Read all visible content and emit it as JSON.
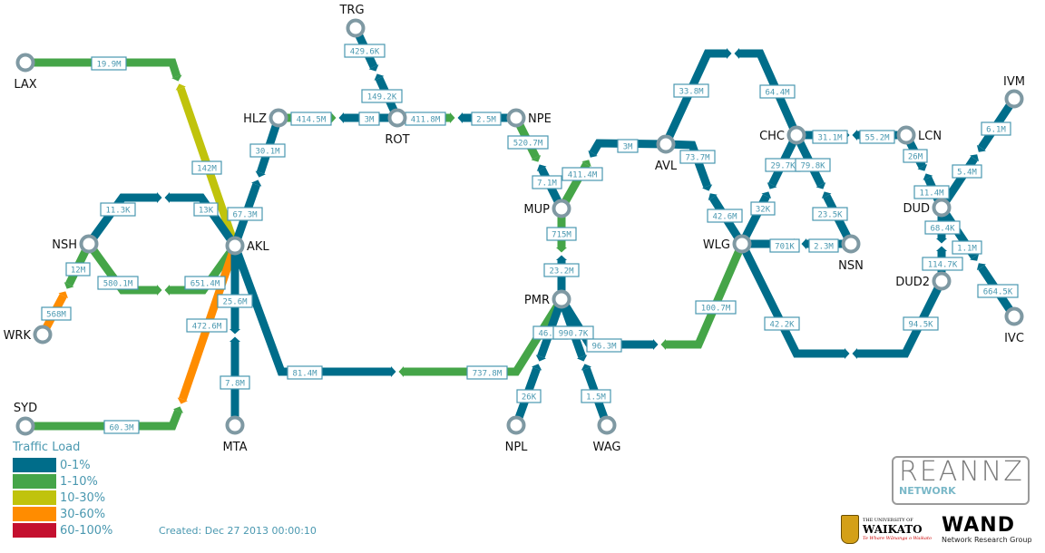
{
  "legend": {
    "title": "Traffic Load",
    "levels": [
      {
        "label": "0-1%",
        "color": "#006d8a"
      },
      {
        "label": "1-10%",
        "color": "#45a548"
      },
      {
        "label": "10-30%",
        "color": "#c0c30c"
      },
      {
        "label": "30-60%",
        "color": "#ff8c00"
      },
      {
        "label": "60-100%",
        "color": "#c4102f"
      }
    ]
  },
  "created": "Created: Dec 27 2013 00:00:10",
  "logos": {
    "reannz": "REANNZ",
    "reannz_sub": "NETWORK",
    "waikato_small": "THE UNIVERSITY OF",
    "waikato": "WAIKATO",
    "waikato_motto": "Te Whare Wānanga o Waikato",
    "wand": "WAND",
    "wand_sub": "Network Research Group"
  },
  "nodes": [
    "LAX",
    "TRG",
    "HLZ",
    "ROT",
    "NPE",
    "NSH",
    "AKL",
    "WRK",
    "SYD",
    "MTA",
    "MUP",
    "PMR",
    "NPL",
    "WAG",
    "AVL",
    "CHC",
    "LCN",
    "WLG",
    "NSN",
    "DUD",
    "DUD2",
    "IVM",
    "IVC"
  ],
  "links": [
    {
      "from": "LAX",
      "to": "AKL",
      "halves": [
        {
          "value": "19.9M",
          "load": 1
        },
        {
          "value": "142M",
          "load": 2
        }
      ]
    },
    {
      "from": "HLZ",
      "to": "AKL",
      "halves": [
        {
          "value": "30.1M",
          "load": 0
        },
        {
          "value": "67.3M",
          "load": 0
        }
      ]
    },
    {
      "from": "HLZ",
      "to": "ROT",
      "halves": [
        {
          "value": "414.5M",
          "load": 1
        },
        {
          "value": "3M",
          "load": 0
        }
      ]
    },
    {
      "from": "TRG",
      "to": "ROT",
      "halves": [
        {
          "value": "429.6K",
          "load": 0
        },
        {
          "value": "149.2K",
          "load": 0
        }
      ]
    },
    {
      "from": "ROT",
      "to": "NPE",
      "halves": [
        {
          "value": "411.8M",
          "load": 1
        },
        {
          "value": "2.5M",
          "load": 0
        }
      ]
    },
    {
      "from": "NPE",
      "to": "MUP",
      "halves": [
        {
          "value": "520.7M",
          "load": 1
        },
        {
          "value": "7.1M",
          "load": 0
        }
      ]
    },
    {
      "from": "AKL",
      "to": "NSH",
      "halves": [
        {
          "value": "13K",
          "load": 0
        },
        {
          "value": "11.3K",
          "load": 0
        }
      ]
    },
    {
      "from": "NSH",
      "to": "AKL",
      "halves": [
        {
          "value": "580.1M",
          "load": 1
        },
        {
          "value": "651.4M",
          "load": 1
        }
      ]
    },
    {
      "from": "NSH",
      "to": "WRK",
      "halves": [
        {
          "value": "12M",
          "load": 1
        },
        {
          "value": "568M",
          "load": 3
        }
      ]
    },
    {
      "from": "AKL",
      "to": "SYD",
      "halves": [
        {
          "value": "472.6M",
          "load": 3
        },
        {
          "value": "60.3M",
          "load": 1
        }
      ]
    },
    {
      "from": "AKL",
      "to": "MTA",
      "halves": [
        {
          "value": "25.6M",
          "load": 0
        },
        {
          "value": "7.8M",
          "load": 0
        }
      ]
    },
    {
      "from": "AKL",
      "to": "PMR",
      "halves": [
        {
          "value": "81.4M",
          "load": 0
        },
        {
          "value": "737.8M",
          "load": 1
        }
      ]
    },
    {
      "from": "MUP",
      "to": "AVL",
      "halves": [
        {
          "value": "411.4M",
          "load": 1
        },
        {
          "value": "3M",
          "load": 0
        }
      ]
    },
    {
      "from": "MUP",
      "to": "PMR",
      "halves": [
        {
          "value": "715M",
          "load": 1
        },
        {
          "value": "23.2M",
          "load": 0
        }
      ]
    },
    {
      "from": "PMR",
      "to": "NPL",
      "halves": [
        {
          "value": "46.9K",
          "load": 0
        },
        {
          "value": "26K",
          "load": 0
        }
      ]
    },
    {
      "from": "PMR",
      "to": "WAG",
      "halves": [
        {
          "value": "990.7K",
          "load": 0
        },
        {
          "value": "1.5M",
          "load": 0
        }
      ]
    },
    {
      "from": "PMR",
      "to": "WLG",
      "halves": [
        {
          "value": "96.3M",
          "load": 0
        },
        {
          "value": "100.7M",
          "load": 1
        }
      ]
    },
    {
      "from": "AVL",
      "to": "CHC",
      "halves": [
        {
          "value": "33.8M",
          "load": 0
        },
        {
          "value": "64.4M",
          "load": 0
        }
      ]
    },
    {
      "from": "AVL",
      "to": "WLG",
      "halves": [
        {
          "value": "73.7M",
          "load": 0
        },
        {
          "value": "42.6M",
          "load": 0
        }
      ]
    },
    {
      "from": "CHC",
      "to": "LCN",
      "halves": [
        {
          "value": "31.1M",
          "load": 0
        },
        {
          "value": "55.2M",
          "load": 0
        }
      ]
    },
    {
      "from": "CHC",
      "to": "WLG",
      "halves": [
        {
          "value": "29.7K",
          "load": 0
        },
        {
          "value": "32K",
          "load": 0
        }
      ]
    },
    {
      "from": "CHC",
      "to": "NSN",
      "halves": [
        {
          "value": "79.8K",
          "load": 0
        },
        {
          "value": "23.5K",
          "load": 0
        }
      ]
    },
    {
      "from": "WLG",
      "to": "NSN",
      "halves": [
        {
          "value": "701K",
          "load": 0
        },
        {
          "value": "2.3M",
          "load": 0
        }
      ]
    },
    {
      "from": "WLG",
      "to": "DUD2",
      "halves": [
        {
          "value": "42.2K",
          "load": 0
        },
        {
          "value": "94.5K",
          "load": 0
        }
      ]
    },
    {
      "from": "LCN",
      "to": "DUD",
      "halves": [
        {
          "value": "26M",
          "load": 0
        },
        {
          "value": "11.4M",
          "load": 0
        }
      ]
    },
    {
      "from": "DUD",
      "to": "IVM",
      "halves": [
        {
          "value": "5.4M",
          "load": 0
        },
        {
          "value": "6.1M",
          "load": 0
        }
      ]
    },
    {
      "from": "DUD",
      "to": "DUD2",
      "halves": [
        {
          "value": "68.4K",
          "load": 0
        },
        {
          "value": "114.7K",
          "load": 0
        }
      ]
    },
    {
      "from": "DUD",
      "to": "IVC",
      "halves": [
        {
          "value": "1.1M",
          "load": 0
        },
        {
          "value": "664.5K",
          "load": 0
        }
      ]
    }
  ]
}
